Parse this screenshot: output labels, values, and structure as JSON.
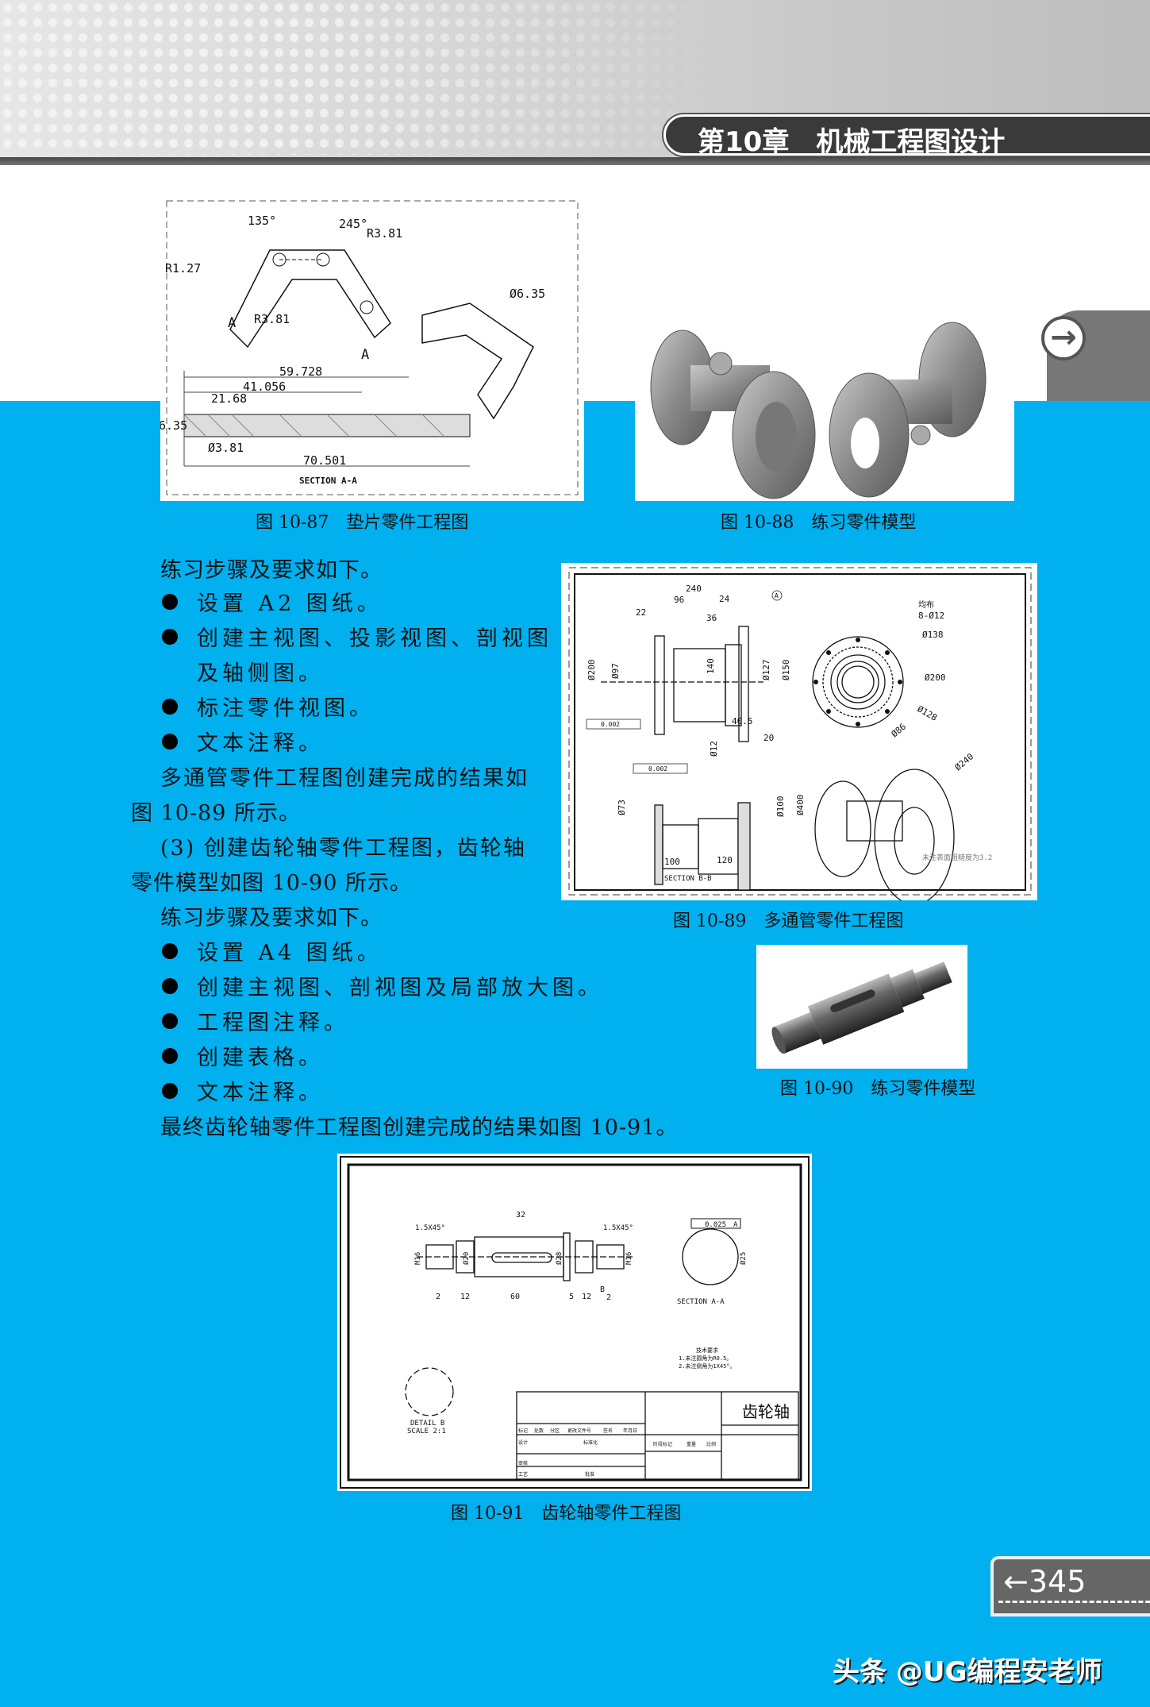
{
  "header": {
    "chapter_title": "第10章　机械工程图设计",
    "side_icon": "arrow-right-circle-icon"
  },
  "colors": {
    "background_blue": "#00b0ef",
    "header_dark": "#3a3a3a"
  },
  "figures": {
    "fig87": {
      "caption": "图 10-87　垫片零件工程图",
      "labels": [
        "135°",
        "245°",
        "R3.81",
        "R1.27",
        "A",
        "R3.81",
        "A",
        "Ø6.35",
        "59.728",
        "41.056",
        "21.68",
        "6.35",
        "Ø3.81",
        "70.501",
        "SECTION A-A"
      ]
    },
    "fig88": {
      "caption": "图 10-88　练习零件模型"
    },
    "fig89": {
      "caption": "图 10-89　多通管零件工程图",
      "labels": [
        "240",
        "96",
        "24",
        "22",
        "36",
        "Ø200",
        "Ø97",
        "140",
        "Ø127",
        "Ø150",
        "均布",
        "8-Ø12",
        "Ø138",
        "Ø200",
        "Ø128",
        "40.5",
        "20",
        "Ø12",
        "Ø73",
        "Ø100",
        "Ø400",
        "Ø86",
        "Ø240",
        "100",
        "120",
        "SECTION B-B",
        "未注表面粗糙度为3.2",
        "0.002",
        "0.002",
        "A"
      ]
    },
    "fig90": {
      "caption": "图 10-90　练习零件模型"
    },
    "fig91": {
      "caption": "图 10-91　齿轮轴零件工程图",
      "labels": [
        "32",
        "1.5X45°",
        "1.5X45°",
        "M16",
        "Ø20",
        "Ø28",
        "M16",
        "2",
        "12",
        "60",
        "5",
        "12",
        "B",
        "2",
        "0.025",
        "A",
        "Ø25",
        "SECTION A-A",
        "技术要求",
        "1.未注圆角为R0.5。",
        "2.未注倒角为1X45°。",
        "DETAIL B",
        "SCALE 2:1",
        "齿轮轴"
      ],
      "title_block": [
        "标记",
        "处数",
        "分区",
        "更改文件号",
        "签名",
        "年月日",
        "设计",
        "标准化",
        "审核",
        "工艺",
        "批准",
        "阶段标记",
        "重量",
        "比例"
      ]
    }
  },
  "body": {
    "p1": "练习步骤及要求如下。",
    "list1": [
      "设置 A2 图纸。",
      "创建主视图、投影视图、剖视图",
      "标注零件视图。",
      "文本注释。"
    ],
    "list1_cont": "及轴侧图。",
    "p2a": "多通管零件工程图创建完成的结果如",
    "p2b": "图 10-89 所示。",
    "p3a": "(3) 创建齿轮轴零件工程图，齿轮轴",
    "p3b": "零件模型如图 10-90 所示。",
    "p4": "练习步骤及要求如下。",
    "list2": [
      "设置 A4 图纸。",
      "创建主视图、剖视图及局部放大图。",
      "工程图注释。",
      "创建表格。",
      "文本注释。"
    ],
    "p5": "最终齿轮轴零件工程图创建完成的结果如图 10-91。"
  },
  "page_number": "←345",
  "watermark": "头条 @UG编程安老师"
}
